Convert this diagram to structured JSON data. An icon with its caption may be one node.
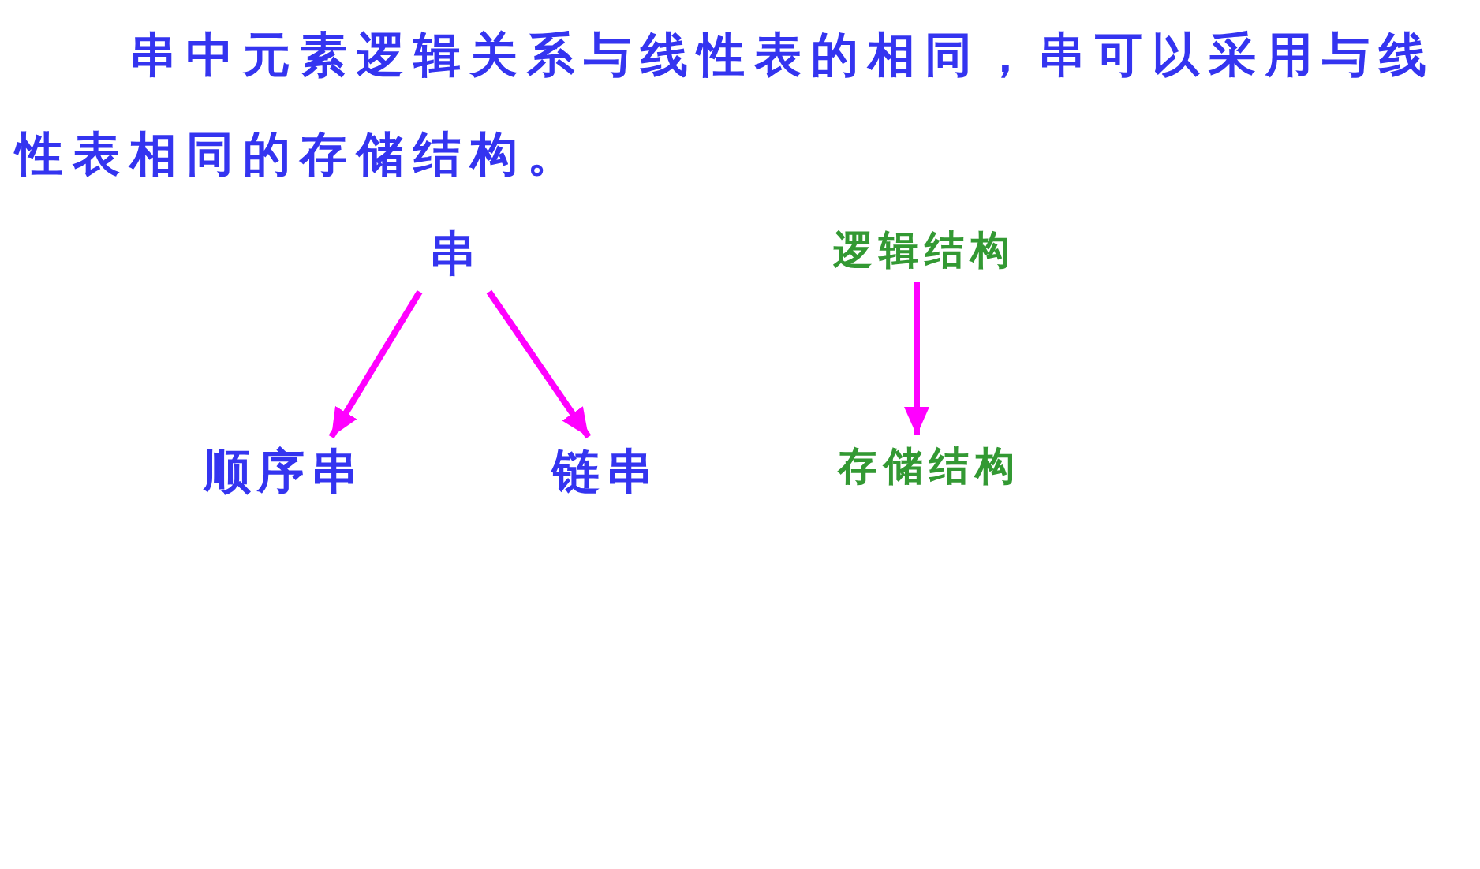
{
  "diagram": {
    "nodes": [
      {
        "text": [
          "串"
        ]
      },
      {
        "text": [
          "顺序串"
        ]
      },
      {
        "text": [
          "链串"
        ]
      },
      {
        "text": [
          "逻辑结构"
        ]
      },
      {
        "text": [
          "存储结构"
        ]
      }
    ],
    "edges": [
      {
        "from": 0,
        "to": 1,
        "arrow": "to"
      },
      {
        "from": 0,
        "to": 2,
        "arrow": "to"
      },
      {
        "from": 3,
        "to": 4,
        "arrow": "to"
      }
    ],
    "labels": [
      "串中元素逻辑关系与线性表的相同，串可以采用与线性表相同的存储结构。"
    ]
  }
}
